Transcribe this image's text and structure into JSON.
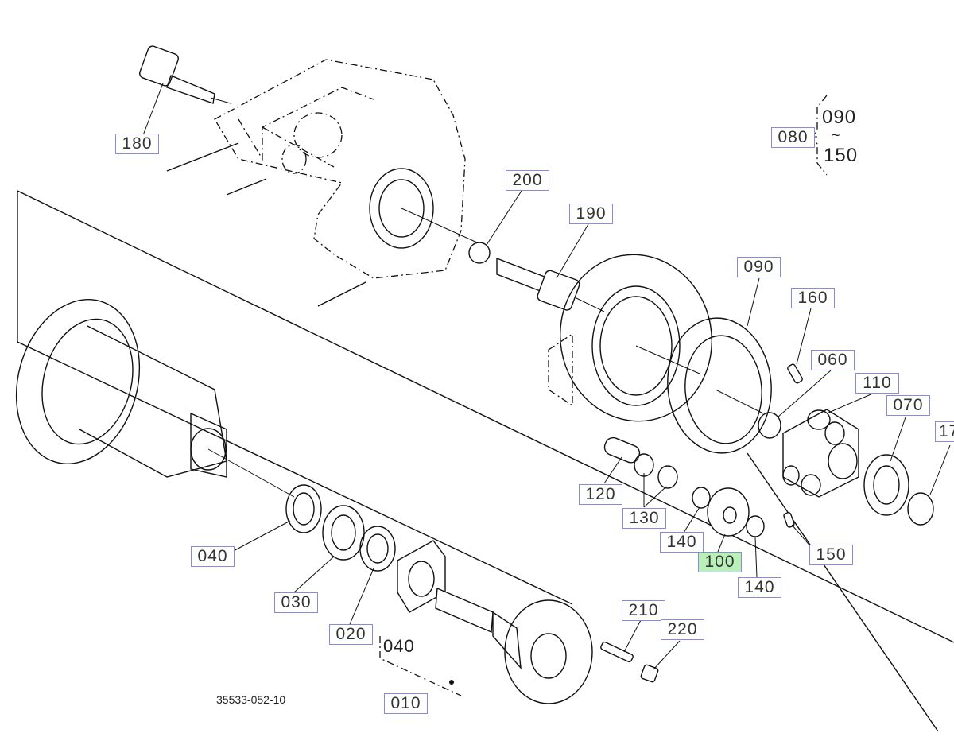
{
  "diagram": {
    "reference_code": "35533-052-10",
    "group_bracket": {
      "label": "080",
      "range_start": "090",
      "range_end": "150",
      "tilde": "~"
    },
    "subset_note": "040",
    "parts": [
      {
        "key": "180",
        "label": "180"
      },
      {
        "key": "200",
        "label": "200"
      },
      {
        "key": "190",
        "label": "190"
      },
      {
        "key": "090",
        "label": "090"
      },
      {
        "key": "160",
        "label": "160"
      },
      {
        "key": "060",
        "label": "060"
      },
      {
        "key": "110",
        "label": "110"
      },
      {
        "key": "070",
        "label": "070"
      },
      {
        "key": "170",
        "label": "17"
      },
      {
        "key": "120",
        "label": "120"
      },
      {
        "key": "130",
        "label": "130"
      },
      {
        "key": "140a",
        "label": "140"
      },
      {
        "key": "100",
        "label": "100",
        "highlighted": true
      },
      {
        "key": "140b",
        "label": "140"
      },
      {
        "key": "150",
        "label": "150"
      },
      {
        "key": "040",
        "label": "040"
      },
      {
        "key": "030",
        "label": "030"
      },
      {
        "key": "020",
        "label": "020"
      },
      {
        "key": "010",
        "label": "010"
      },
      {
        "key": "210",
        "label": "210"
      },
      {
        "key": "220",
        "label": "220"
      }
    ]
  }
}
